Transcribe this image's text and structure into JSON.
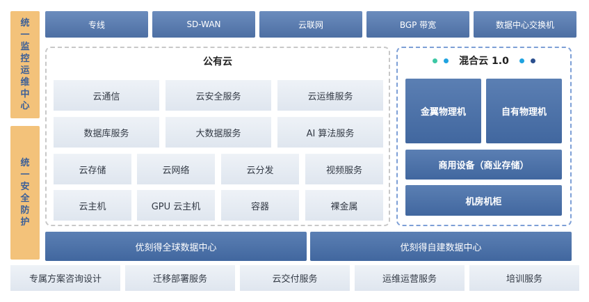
{
  "side": {
    "monitor": [
      "统",
      "一",
      "监",
      "控",
      "运",
      "维",
      "中",
      "心"
    ],
    "security": [
      "统",
      "一",
      "安",
      "全",
      "防",
      "护"
    ]
  },
  "top_bar": [
    "专线",
    "SD-WAN",
    "云联网",
    "BGP 带宽",
    "数据中心交换机"
  ],
  "public_cloud": {
    "title": "公有云",
    "row1": [
      "云通信",
      "云安全服务",
      "云运维服务"
    ],
    "row2": [
      "数据库服务",
      "大数据服务",
      "AI 算法服务"
    ],
    "row3": [
      "云存储",
      "云网络",
      "云分发",
      "视频服务"
    ],
    "row4": [
      "云主机",
      "GPU 云主机",
      "容器",
      "裸金属"
    ]
  },
  "hybrid_cloud": {
    "title": "混合云 1.0",
    "dot_colors": [
      "#3cc7a4",
      "#1fa3e0",
      "#1fa3e0",
      "#2b4f8e"
    ],
    "machines": [
      "金翼物理机",
      "自有物理机"
    ],
    "storage": "商用设备（商业存储）",
    "rack": "机房机柜"
  },
  "datacenters": [
    "优刻得全球数据中心",
    "优刻得自建数据中心"
  ],
  "services": [
    "专属方案咨询设计",
    "迁移部署服务",
    "云交付服务",
    "运维运营服务",
    "培训服务"
  ]
}
